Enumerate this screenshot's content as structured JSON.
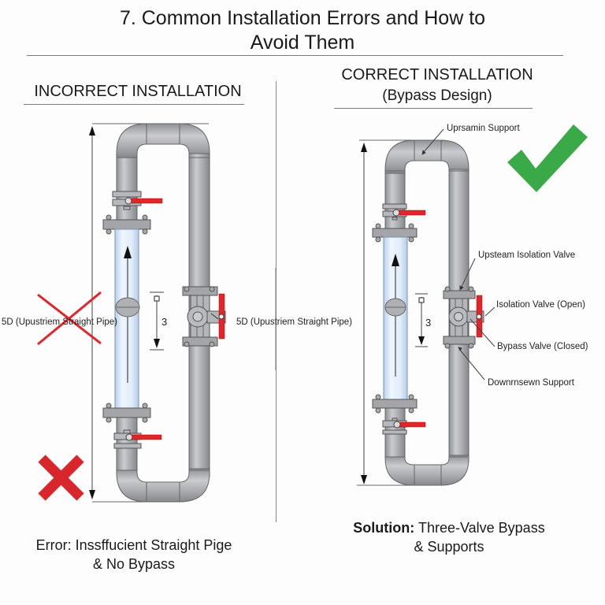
{
  "title": {
    "line1": "7. Common Installation Errors and How to",
    "line2": "Avoid Them"
  },
  "incorrect": {
    "heading": "INCORRECT INSTALLATION",
    "dimension_label": "5D (Upustriem Straight Pipe)",
    "float_dimension": "3",
    "status_icon": "red-x-icon",
    "caption_line1": "Error: Inssffucient Straight Pige",
    "caption_line2": "& No Bypass"
  },
  "correct": {
    "heading": "CORRECT INSTALLATION",
    "subheading": "(Bypass Design)",
    "dimension_label": "5D (Upustriem Straight Pipe)",
    "float_dimension": "3",
    "status_icon": "green-check-icon",
    "callouts": {
      "upstream_support": "Uprsamin Support",
      "upstream_isolation_valve": "Upsteam Isolation Valve",
      "isolation_valve_open": "Isolation Valve (Open)",
      "bypass_valve_closed": "Bypass Valve (Closed)",
      "downstream_support": "Downrnsewn Support"
    },
    "caption_bold": "Solution:",
    "caption_rest": " Three-Valve Bypass",
    "caption_line2": "& Supports"
  },
  "colors": {
    "pipe": "#a9abae",
    "glass": "#dbe9f7",
    "valve_handle": "#e0252b",
    "error": "#d9262c",
    "success": "#3aaa48"
  }
}
